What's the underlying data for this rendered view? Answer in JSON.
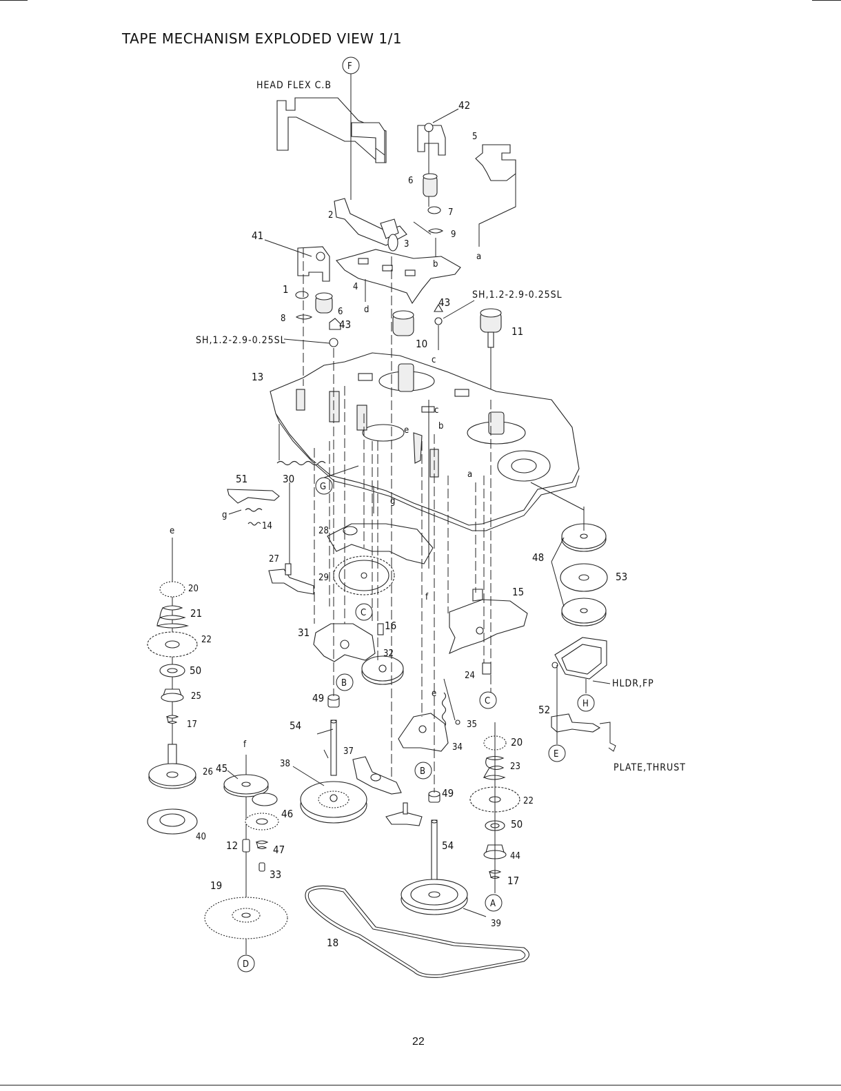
{
  "title": "TAPE MECHANISM EXPLODED VIEW 1/1",
  "page_number": "22",
  "named_parts": {
    "head_flex": "HEAD FLEX C.B",
    "sh_right": "SH,1.2-2.9-0.25SL",
    "sh_left": "SH,1.2-2.9-0.25SL",
    "hldr": "HLDR,FP",
    "plate": "PLATE,THRUST"
  },
  "ref_circles": [
    "F",
    "G",
    "C",
    "B",
    "C",
    "B",
    "D",
    "E",
    "H",
    "A"
  ],
  "part_numbers": [
    "42",
    "5",
    "6",
    "7",
    "9",
    "2",
    "3",
    "41",
    "1",
    "4",
    "8",
    "6",
    "43",
    "43",
    "10",
    "11",
    "13",
    "51",
    "30",
    "14",
    "28",
    "27",
    "29",
    "16",
    "31",
    "32",
    "49",
    "54",
    "37",
    "38",
    "15",
    "24",
    "35",
    "34",
    "20",
    "23",
    "22",
    "50",
    "44",
    "17",
    "39",
    "18",
    "19",
    "12",
    "47",
    "33",
    "45",
    "46",
    "40",
    "26",
    "25",
    "17",
    "50",
    "22",
    "21",
    "20",
    "48",
    "53",
    "52",
    "49",
    "54"
  ],
  "letter_marks": [
    "a",
    "b",
    "c",
    "d",
    "e",
    "f",
    "g",
    "c",
    "b",
    "e",
    "a",
    "g",
    "e",
    "f"
  ]
}
